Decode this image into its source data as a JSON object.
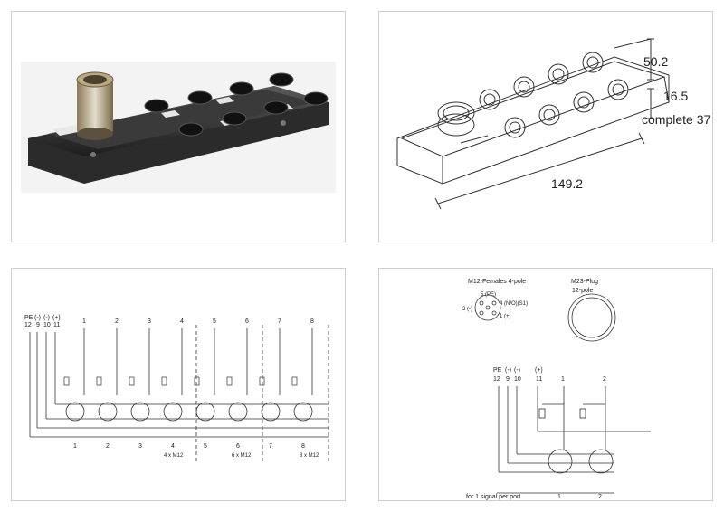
{
  "product_photo": {
    "alt": ""
  },
  "dimension_drawing": {
    "width": "50.2",
    "height": "16.5",
    "total_height": "complete 37",
    "length": "149.2"
  },
  "wiring_8port": {
    "top_labels": [
      "PE",
      "(-)",
      "(-)",
      "(+)",
      "1",
      "2",
      "3",
      "4",
      "5",
      "6",
      "7",
      "8"
    ],
    "top_numbers": [
      "12",
      "9",
      "10",
      "11"
    ],
    "bottom_ports": [
      "1",
      "2",
      "3",
      "4",
      "5",
      "6",
      "7",
      "8"
    ],
    "group_labels": [
      "4 x M12",
      "6 x M12",
      "8 x M12"
    ]
  },
  "wiring_2port": {
    "m12_title": "M12-Females 4-pole",
    "m12_pins": [
      "3 (-)",
      "5 (PE)",
      "4 (N/O)(S1)",
      "1 (+)"
    ],
    "m23_title": "M23-Plug",
    "m23_subtitle": "12-pole",
    "top_labels": [
      "PE",
      "(-)",
      "(-)",
      "(+)",
      "1",
      "2"
    ],
    "top_numbers": [
      "12",
      "9",
      "10",
      "11"
    ],
    "footer": "for 1 signal per port",
    "bottom_ports": [
      "1",
      "2"
    ]
  }
}
